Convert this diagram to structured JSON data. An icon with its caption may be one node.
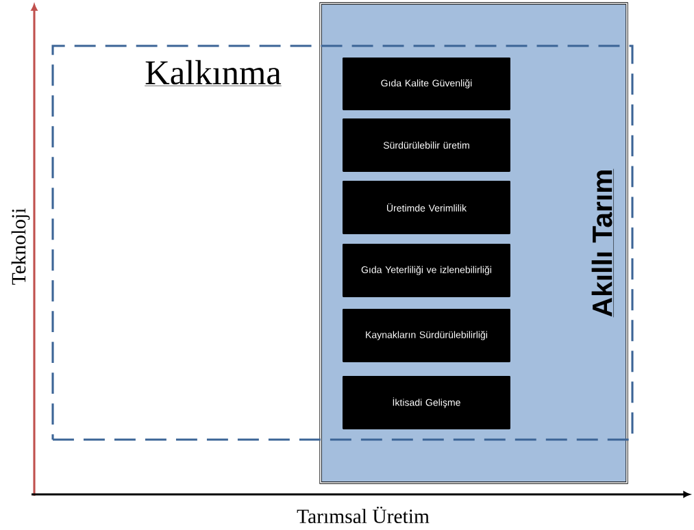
{
  "diagram": {
    "nodes": [
      {
        "text": [
          "Kalkınma"
        ]
      },
      {
        "text": [
          "Akıllı Tarım"
        ]
      },
      {
        "text": [
          "Gıda Kalite Güvenliği"
        ],
        "in": 1
      },
      {
        "text": [
          "Sürdürülebilir üretim"
        ],
        "in": 1
      },
      {
        "text": [
          "Üretimde Verimlilik"
        ],
        "in": 1
      },
      {
        "text": [
          "Gıda Yeterliliği ve izlenebilirliği"
        ],
        "in": 1
      },
      {
        "text": [
          "Kaynakların Sürdürülebilirliği"
        ],
        "in": 1
      },
      {
        "text": [
          "İktisadi Gelişme"
        ],
        "in": 1
      }
    ],
    "labels": [
      "Teknoloji",
      "Tarımsal Üretim"
    ]
  }
}
